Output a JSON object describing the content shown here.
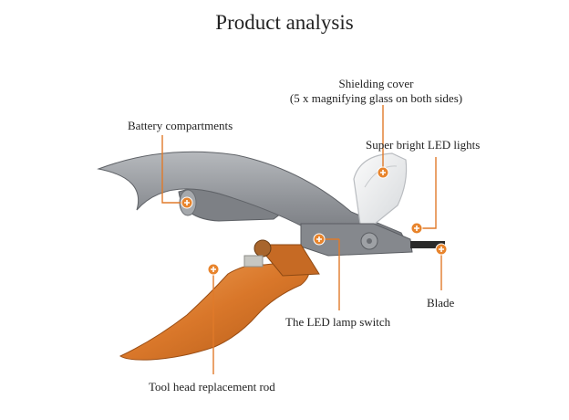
{
  "title": "Product analysis",
  "callouts": {
    "battery": "Battery compartments",
    "shield_line1": "Shielding cover",
    "shield_line2": "(5 x magnifying glass on both sides)",
    "led_lights": "Super bright LED lights",
    "blade": "Blade",
    "lamp_switch": "The LED lamp switch",
    "rod": "Tool head replacement rod"
  },
  "colors": {
    "callout_line": "#e07a2a",
    "marker": "#e8842c",
    "handle_grey": "#8e9196",
    "handle_orange": "#d9772a"
  }
}
